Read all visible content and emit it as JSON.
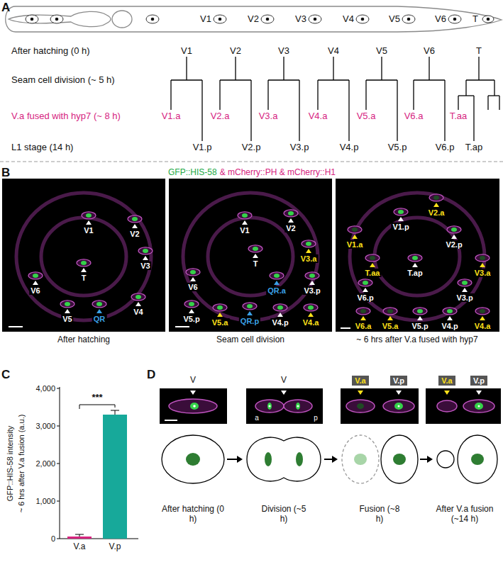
{
  "diagram": {
    "nodes": [
      {
        "text": [
          "V.a"
        ]
      },
      {
        "text": [
          "V.p"
        ]
      },
      {
        "text": [
          "V.a"
        ]
      },
      {
        "text": [
          "V.p"
        ]
      }
    ],
    "labels": [
      "A",
      "V1",
      "V2",
      "V3",
      "V4",
      "V5",
      "V6",
      "T",
      "After hatching (0 h)",
      "V1",
      "V2",
      "V3",
      "V4",
      "V5",
      "V6",
      "T",
      "Seam cell division (~ 5 h)",
      "V.a fused with hyp7 (~ 8 h)",
      "V1.a",
      "V2.a",
      "V3.a",
      "V4.a",
      "V5.a",
      "V6.a",
      "T.aa",
      "L1 stage (14 h)",
      "V1.p",
      "V2.p",
      "V3.p",
      "V4.p",
      "V5.p",
      "V6.p",
      "T.ap",
      "B",
      "GFP::HIS-58",
      "& mCherry::PH & mCherry::H1",
      "V1",
      "V2",
      "V3",
      "T",
      "V6",
      "V5",
      "QR",
      "V4",
      "After hatching",
      "V1",
      "V2",
      "T",
      "V3.a",
      "V3.p",
      "QR.a",
      "V6",
      "V5.p",
      "V5.a",
      "QR.p",
      "V4.p",
      "V4.a",
      "Seam cell division",
      "V2.a",
      "V1.p",
      "V2.p",
      "V1.a",
      "T.aa",
      "T.ap",
      "V3.a",
      "V6.p",
      "V3.p",
      "V6.a",
      "V4.a",
      "V5.a",
      "V5.p",
      "V4.p",
      "~ 6 hrs after V.a fused with hyp7",
      "C",
      "GFP::HIS-58 intensity",
      "~ 6 hrs after V.a fusion (a.u.)",
      "4,000",
      "3,000",
      "2,000",
      "1,000",
      "0",
      "***",
      "V.a",
      "V.p",
      "D",
      "V",
      "V",
      "a",
      "p",
      "After hatching (0 h)",
      "Division (~5 h)",
      "Fusion (~8 h)",
      "After V.a fusion (~14 h)"
    ]
  }
}
